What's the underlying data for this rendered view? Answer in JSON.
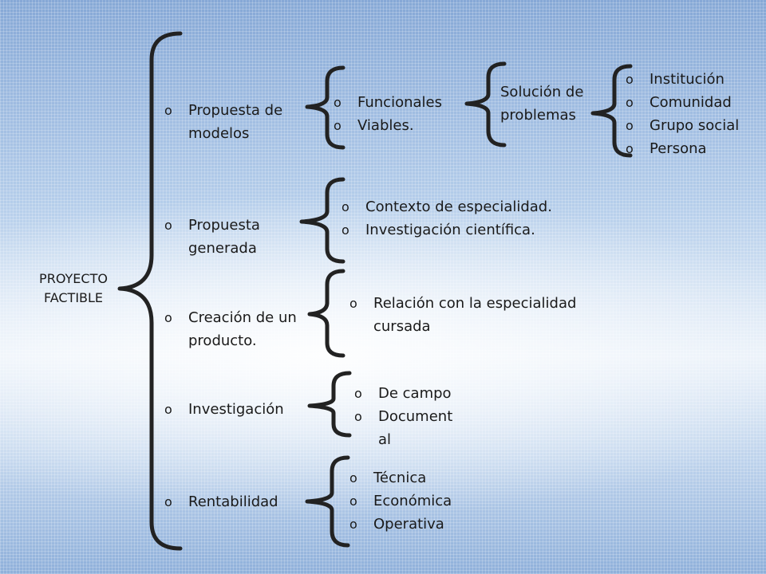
{
  "root": "PROYECTO FACTIBLE",
  "bullet": "o",
  "branches": [
    {
      "label": "Propuesta  de modelos",
      "sub": [
        "Funcionales",
        "Viables."
      ],
      "sub_child": {
        "label": "Solución de problemas",
        "items": [
          "Institución",
          "Comunidad",
          "Grupo social",
          "Persona"
        ]
      }
    },
    {
      "label": "Propuesta generada",
      "sub": [
        "Contexto de especialidad.",
        "Investigación científica."
      ]
    },
    {
      "label": "Creación de un producto.",
      "sub": [
        "Relación con la especialidad cursada"
      ]
    },
    {
      "label": "Investigación",
      "sub": [
        "De campo",
        "Documental"
      ]
    },
    {
      "label": "Rentabilidad",
      "sub": [
        "Técnica",
        "Económica",
        "Operativa"
      ]
    }
  ]
}
